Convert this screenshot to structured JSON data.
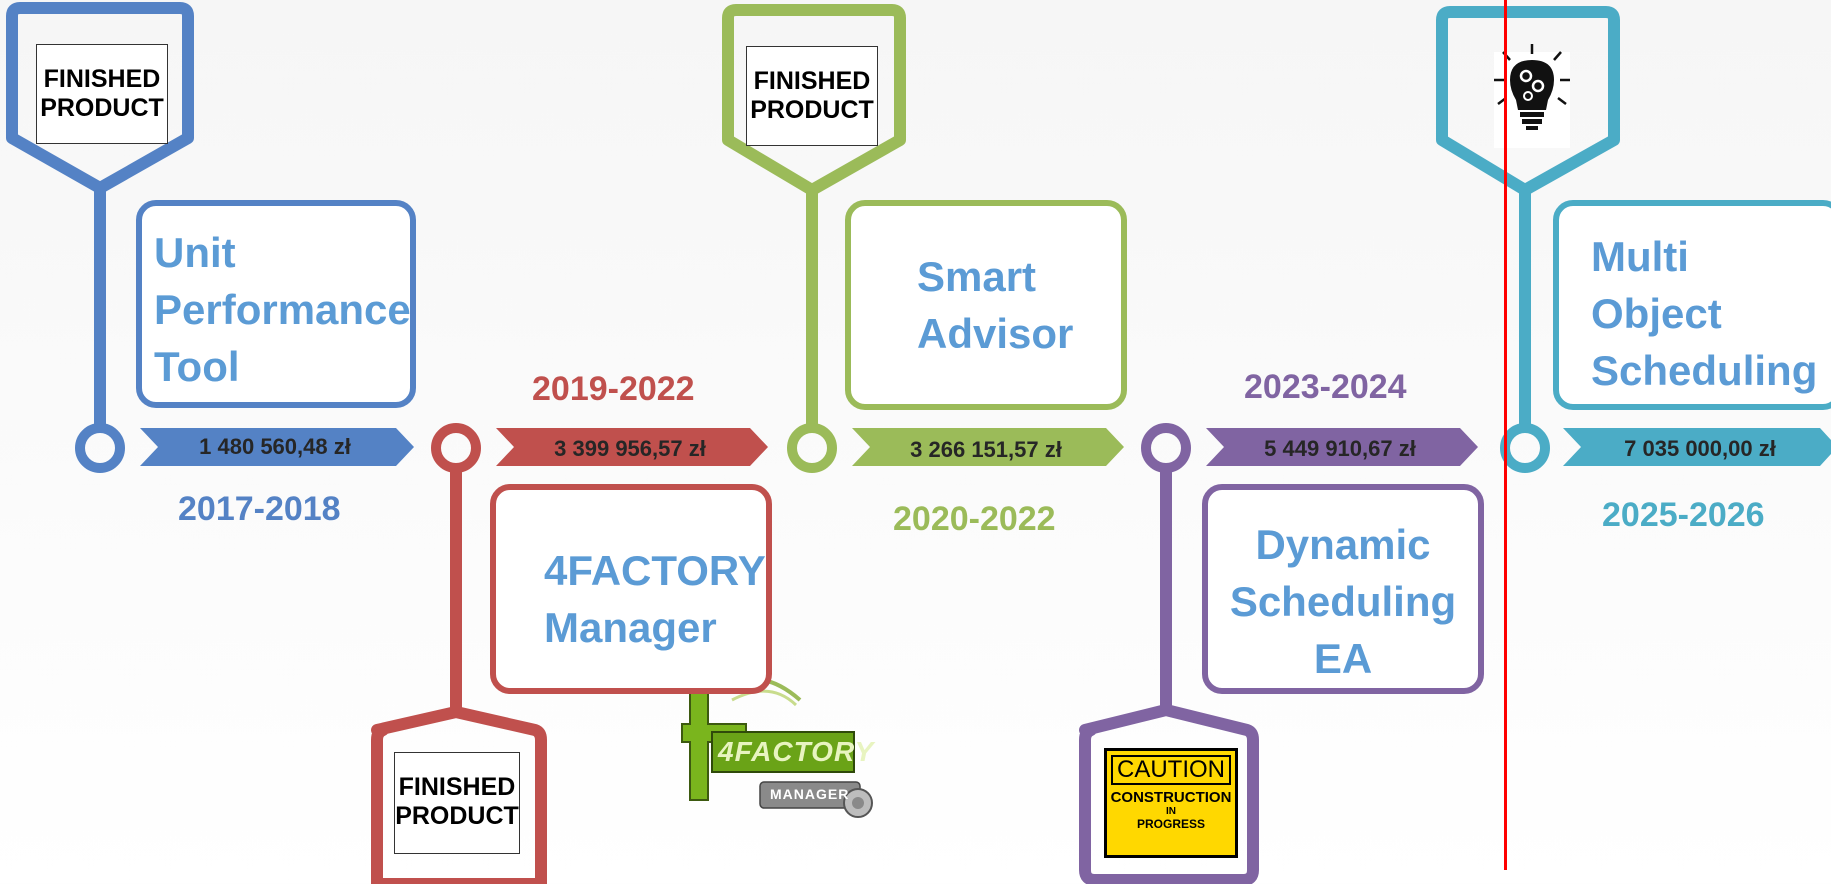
{
  "colors": {
    "blue": "#5482c5",
    "red": "#c0504d",
    "green": "#9bbb59",
    "purple": "#8064a2",
    "teal": "#4bacc6",
    "title_text": "#5b9bd5",
    "amount_text": "#262626",
    "current_marker": "#ff0000"
  },
  "timeline": [
    {
      "color": "blue",
      "title_lines": [
        "Unit",
        "Performance",
        "Tool"
      ],
      "years": "2017-2018",
      "amount": "1 480 560,48 zł",
      "status": "finished",
      "badge_lines": [
        "FINISHED",
        "PRODUCT"
      ]
    },
    {
      "color": "red",
      "title_lines": [
        "4FACTORY",
        "Manager"
      ],
      "years": "2019-2022",
      "amount": "3 399 956,57 zł",
      "status": "finished",
      "badge_lines": [
        "FINISHED",
        "PRODUCT"
      ],
      "logo": {
        "main": "4FACTORY",
        "sub": "MANAGER"
      }
    },
    {
      "color": "green",
      "title_lines": [
        "Smart",
        "Advisor"
      ],
      "years": "2020-2022",
      "amount": "3 266 151,57 zł",
      "status": "finished",
      "badge_lines": [
        "FINISHED",
        "PRODUCT"
      ]
    },
    {
      "color": "purple",
      "title_lines": [
        "Dynamic",
        "Scheduling",
        "EA"
      ],
      "years": "2023-2024",
      "amount": "5 449 910,67 zł",
      "status": "in-progress",
      "badge_lines": [
        "CAUTION",
        "CONSTRUCTION",
        "IN",
        "PROGRESS"
      ]
    },
    {
      "color": "teal",
      "title_lines": [
        "Multi",
        "Object",
        "Scheduling"
      ],
      "years": "2025-2026",
      "amount": "7 035 000,00 zł",
      "status": "idea",
      "badge_icon": "lightbulb-gears-icon"
    }
  ]
}
